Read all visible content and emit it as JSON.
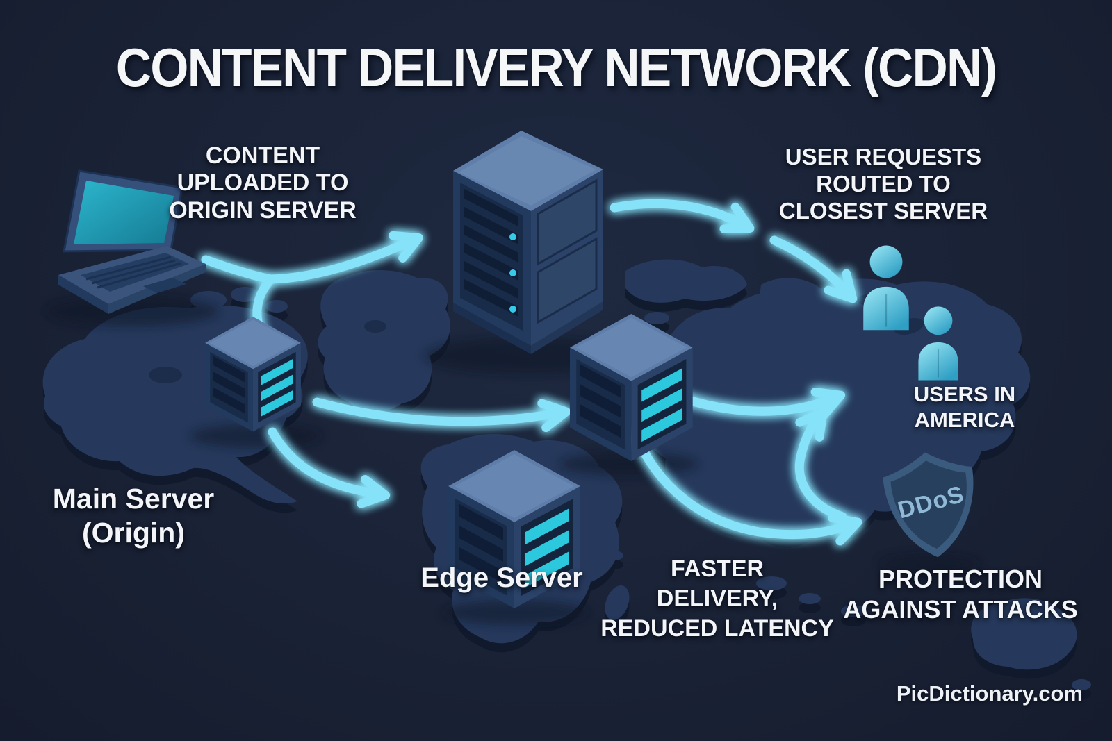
{
  "title": "CONTENT DELIVERY NETWORK (CDN)",
  "watermark": "PicDictionary.com",
  "annotations": {
    "upload": "CONTENT\nUPLOADED TO\nORIGIN SERVER",
    "routing": "USER REQUESTS\nROUTED TO\nCLOSEST SERVER",
    "users": "USERS IN\nAMERICA",
    "main_server": "Main Server\n(Origin)",
    "edge_server": "Edge Server",
    "faster": "FASTER\nDELIVERY,\nREDUCED LATENCY",
    "protection": "PROTECTION\nAGAINST ATTACKS",
    "shield_badge": "DDoS"
  },
  "colors": {
    "background": "#1a2236",
    "map_land": "#26395c",
    "map_shadow": "#10192c",
    "arrow_cyan": "#86e2f8",
    "accent_teal": "#2cc8de",
    "laptop_screen_teal": "#21a4bd",
    "server_top": "#5f7ea9",
    "server_face_dark": "#223a5e",
    "server_face_mid": "#2b4368",
    "user_figure": "#63cce6",
    "shield_fill": "#2e4c6d",
    "shield_rim": "#4a6f96",
    "shield_text": "#8fb9d6",
    "label_text": "#f3f5f8"
  },
  "diagram": {
    "nodes": [
      {
        "id": "laptop",
        "description": "laptop uploading content"
      },
      {
        "id": "origin-server-tower",
        "description": "large origin server tower"
      },
      {
        "id": "main-server-origin",
        "label": "Main Server (Origin)"
      },
      {
        "id": "regional-edge-server",
        "description": "edge server cube on map"
      },
      {
        "id": "edge-server",
        "label": "Edge Server"
      },
      {
        "id": "users-america",
        "label": "USERS IN AMERICA"
      },
      {
        "id": "ddos-shield",
        "label": "DDoS"
      }
    ],
    "flows": [
      {
        "from": "laptop",
        "to": "origin-server-tower",
        "label": "CONTENT UPLOADED TO ORIGIN SERVER"
      },
      {
        "from": "laptop",
        "to": "main-server-origin",
        "label": ""
      },
      {
        "from": "origin-server-tower",
        "to": "users-america",
        "label": "USER REQUESTS ROUTED TO CLOSEST SERVER"
      },
      {
        "from": "main-server-origin",
        "to": "regional-edge-server",
        "label": ""
      },
      {
        "from": "main-server-origin",
        "to": "edge-server",
        "label": ""
      },
      {
        "from": "regional-edge-server",
        "to": "users-america",
        "label": ""
      },
      {
        "from": "regional-edge-server",
        "to": "ddos-shield",
        "label": "FASTER DELIVERY, REDUCED LATENCY"
      },
      {
        "from": "regional-edge-server",
        "to": "users-america",
        "label": "PROTECTION AGAINST ATTACKS"
      }
    ]
  }
}
